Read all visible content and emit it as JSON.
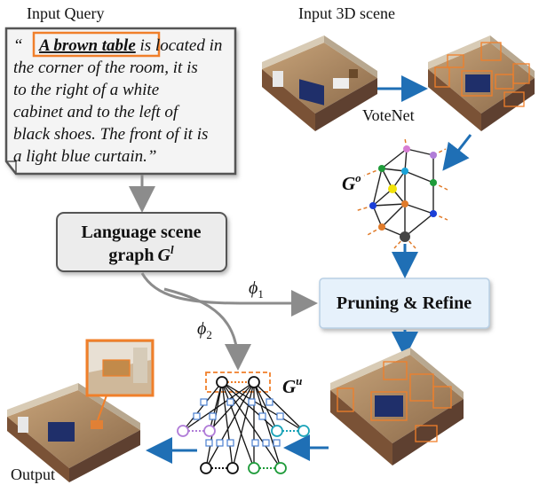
{
  "labels": {
    "input_query": "Input Query",
    "input_scene": "Input 3D scene",
    "votenet": "VoteNet",
    "output": "Output"
  },
  "query": {
    "open_quote": "“",
    "highlight": "A brown table",
    "line1_rest": " is located in",
    "line2": "the corner of the room, it is",
    "line3": "to the right of a white",
    "line4": "cabinet and to the left of",
    "line5": "black shoes. The front of it is",
    "line6": "a light blue curtain.”"
  },
  "language_graph": {
    "line1": "Language scene",
    "line2": "graph",
    "symbol": "G",
    "superscript": "l"
  },
  "pruning": {
    "label": "Pruning & Refine"
  },
  "graph_o": {
    "symbol": "G",
    "superscript": "o"
  },
  "graph_u": {
    "symbol": "G",
    "superscript": "u"
  },
  "phi1": {
    "symbol": "ϕ",
    "subscript": "1"
  },
  "phi2": {
    "symbol": "ϕ",
    "subscript": "2"
  },
  "colors": {
    "highlight_box": "#f07f2a",
    "arrow_blue": "#1f6fb5",
    "arrow_gray": "#8c8c8c",
    "pruning_fill": "#e6f1fb",
    "node_purple": "#b07cd8",
    "node_teal": "#1aa3b8",
    "node_green": "#1e9b3a",
    "graph_node_orange": "#e07b2a"
  }
}
